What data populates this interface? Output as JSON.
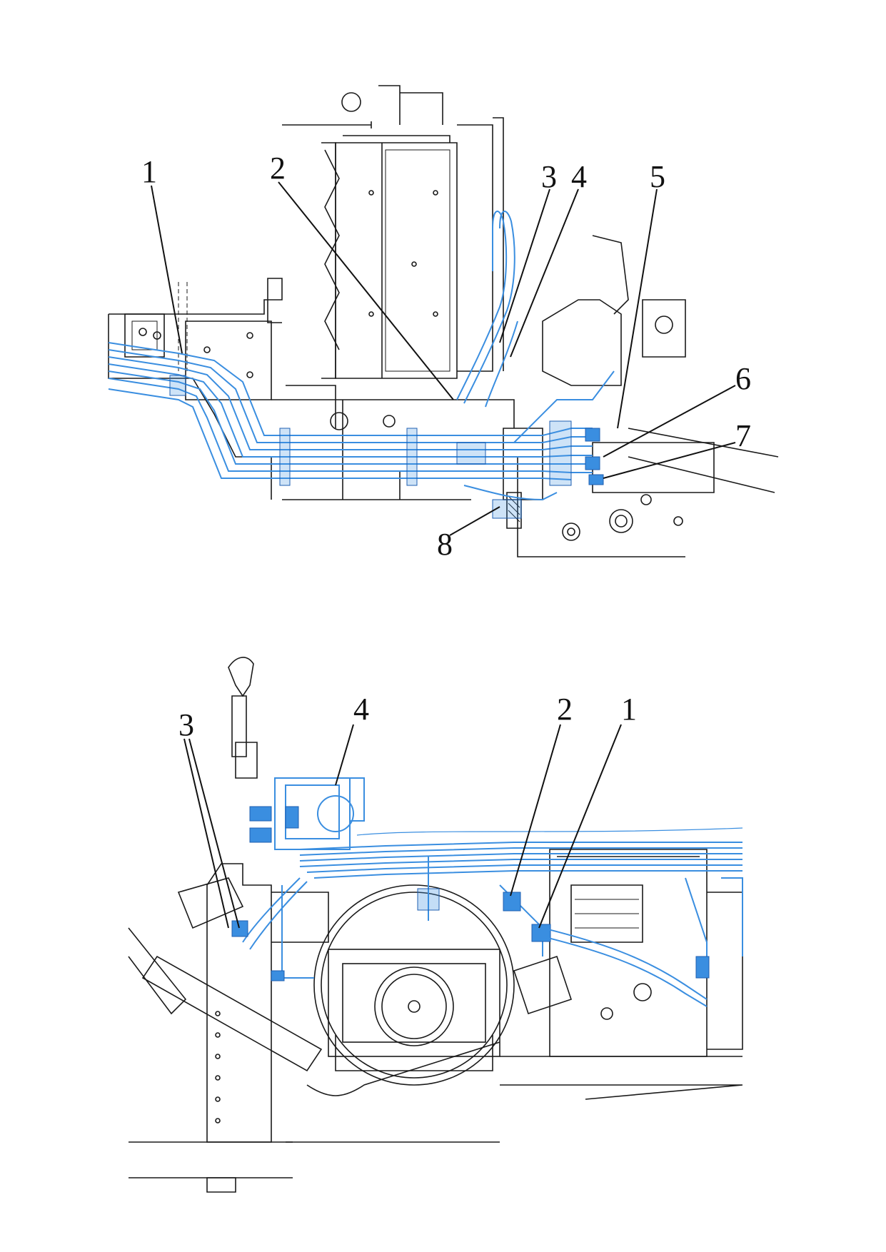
{
  "diagram_top": {
    "callouts": [
      "1",
      "2",
      "3",
      "4",
      "5",
      "6",
      "7",
      "8"
    ]
  },
  "diagram_bottom": {
    "callouts": [
      "3",
      "4",
      "2",
      "1"
    ]
  },
  "colors": {
    "line_art": "#1a1a1a",
    "hydraulic_lines": "#3a8ee0",
    "background": "#ffffff"
  }
}
